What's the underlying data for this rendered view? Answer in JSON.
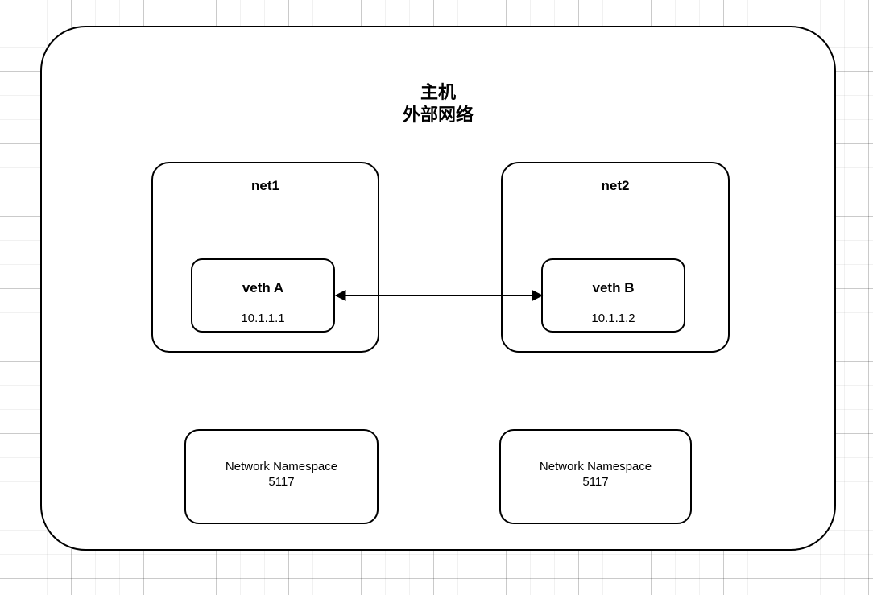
{
  "diagram": {
    "host": {
      "title": "主机\n外部网络"
    },
    "networks": [
      {
        "name": "net1",
        "veth": {
          "name": "veth A",
          "ip": "10.1.1.1"
        }
      },
      {
        "name": "net2",
        "veth": {
          "name": "veth B",
          "ip": "10.1.1.2"
        }
      }
    ],
    "namespaces": [
      {
        "label": "Network Namespace\n5117"
      },
      {
        "label": "Network Namespace\n5117"
      }
    ],
    "link": {
      "type": "double-arrow",
      "from": "veth A",
      "to": "veth B"
    },
    "colors": {
      "stroke": "#000000",
      "fill": "#ffffff",
      "grid_minor": "#f0f0f0",
      "grid_major": "#d8d8d8"
    }
  }
}
